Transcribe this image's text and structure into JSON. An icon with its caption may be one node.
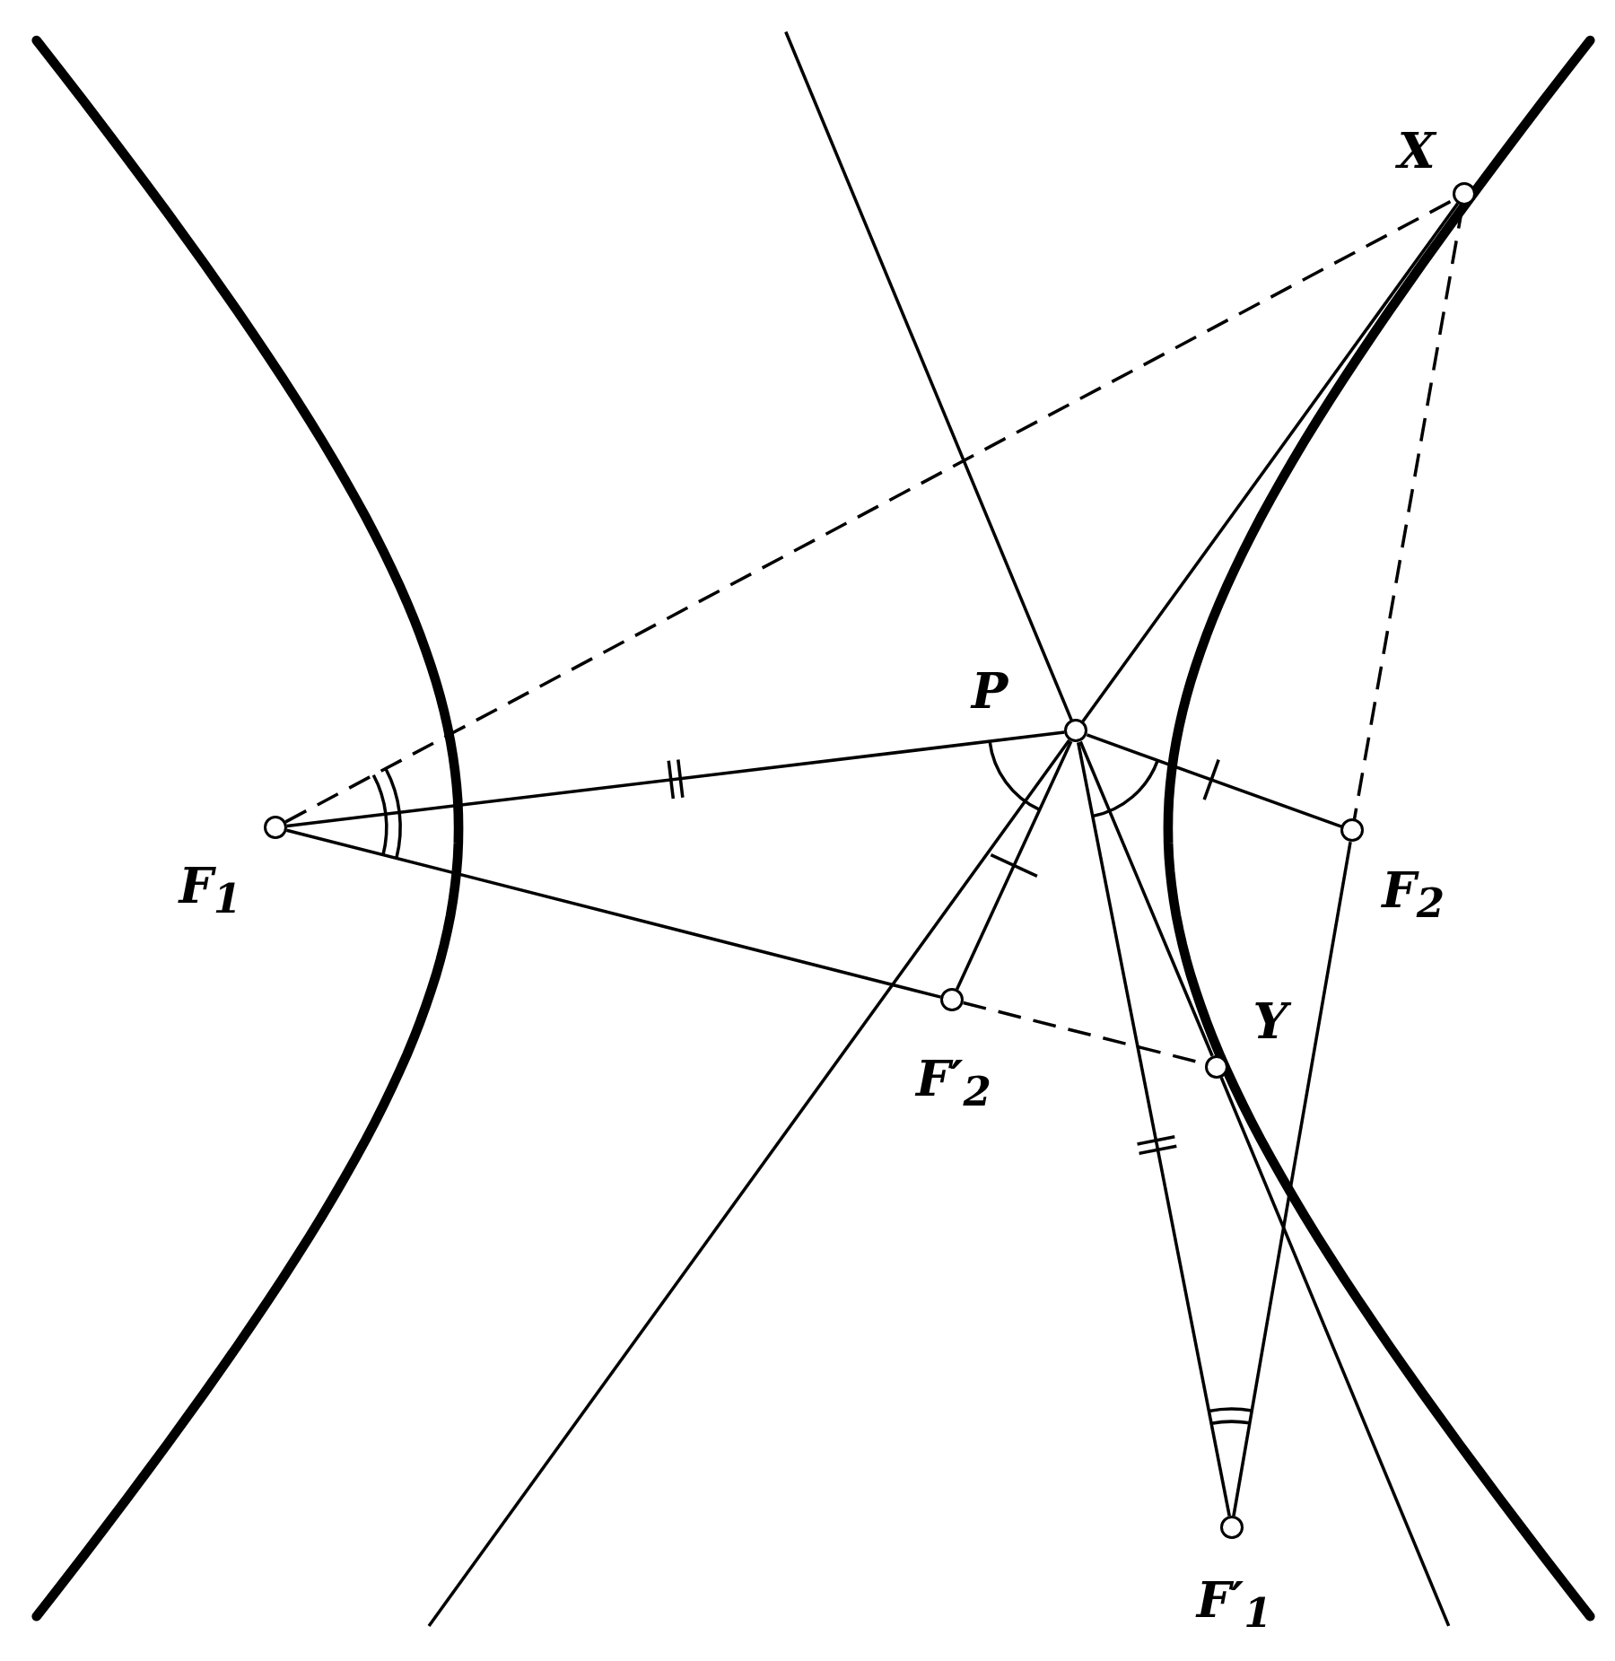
{
  "diagram": {
    "nodes": [
      {
        "text": [
          "X"
        ]
      },
      {
        "text": [
          "P"
        ]
      },
      {
        "text": [
          "F$_{1}$"
        ]
      },
      {
        "text": [
          "F$_{2}$"
        ]
      },
      {
        "text": [
          "F′$_{2}$"
        ]
      },
      {
        "text": [
          "Y"
        ]
      },
      {
        "text": [
          "F′$_{1}$"
        ]
      }
    ],
    "edges": [
      {
        "from": 2,
        "to": 0,
        "arrow": "none",
        "style": "dashed"
      },
      {
        "from": 2,
        "to": 1,
        "arrow": "none"
      },
      {
        "from": 2,
        "to": 4,
        "arrow": "none"
      },
      {
        "from": 4,
        "to": 5,
        "arrow": "none",
        "style": "dashed"
      },
      {
        "from": 1,
        "to": 3,
        "arrow": "none"
      },
      {
        "from": 0,
        "to": 3,
        "arrow": "none",
        "style": "dashed"
      },
      {
        "from": 3,
        "to": 6,
        "arrow": "none"
      },
      {
        "from": 1,
        "to": 6,
        "arrow": "none"
      },
      {
        "from": 1,
        "to": 4,
        "arrow": "none"
      },
      {
        "from": 0,
        "to": 1,
        "arrow": "none"
      },
      {
        "from": 1,
        "to": null,
        "arrow": "none"
      },
      {
        "from": null,
        "to": 1,
        "arrow": "none"
      },
      {
        "from": 1,
        "to": 5,
        "arrow": "none"
      },
      {
        "from": 5,
        "to": null,
        "arrow": "none"
      }
    ]
  }
}
